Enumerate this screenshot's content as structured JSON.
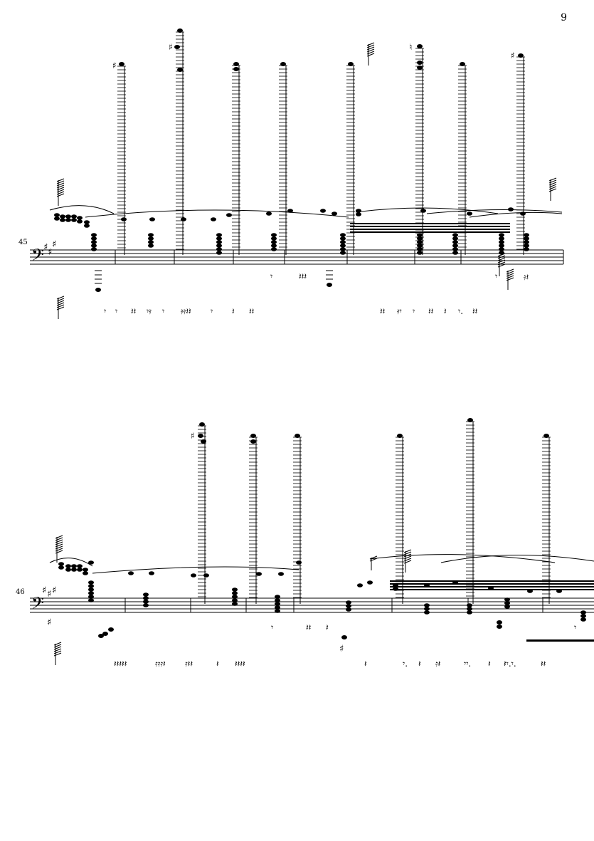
{
  "page": {
    "number": "9"
  },
  "systems": [
    {
      "measure_number": "45",
      "clef": "bass",
      "key_signature_symbol": "sharps"
    },
    {
      "measure_number": "46",
      "clef": "bass",
      "key_signature_symbol": "sharps"
    }
  ]
}
